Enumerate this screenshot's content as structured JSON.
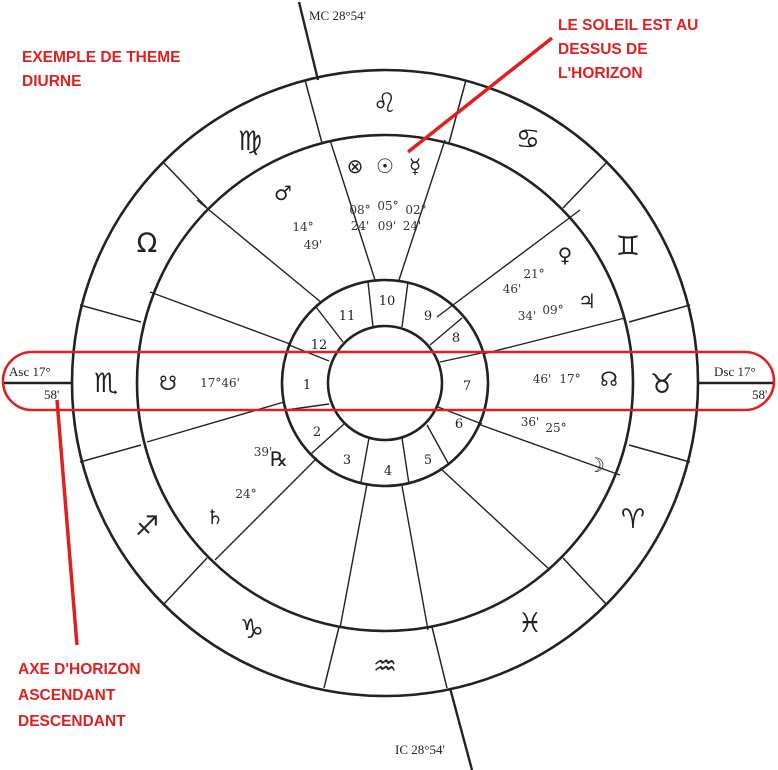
{
  "annotations": {
    "diurne": [
      "EXEMPLE DE THEME",
      "DIURNE"
    ],
    "soleil": [
      "LE SOLEIL EST AU",
      "DESSUS DE",
      "L'HORIZON"
    ],
    "axe": [
      "AXE D'HORIZON",
      "ASCENDANT",
      "DESCENDANT"
    ]
  },
  "axes": {
    "mc": "MC 28°54'",
    "ic": "IC 28°54'",
    "asc_top": "Asc 17°",
    "asc_bottom": "58'",
    "dsc_top": "Dsc 17°",
    "dsc_bottom": "58'"
  },
  "houses": [
    "1",
    "2",
    "3",
    "4",
    "5",
    "6",
    "7",
    "8",
    "9",
    "10",
    "11",
    "12"
  ],
  "signs": [
    {
      "name": "leo",
      "glyph": "♌"
    },
    {
      "name": "virgo",
      "glyph": "♍"
    },
    {
      "name": "libra",
      "glyph": "Ω"
    },
    {
      "name": "scorpio",
      "glyph": "♏"
    },
    {
      "name": "sagittarius",
      "glyph": "♐"
    },
    {
      "name": "capricorn",
      "glyph": "♑"
    },
    {
      "name": "aquarius",
      "glyph": "♒"
    },
    {
      "name": "pisces",
      "glyph": "♓"
    },
    {
      "name": "aries",
      "glyph": "♈"
    },
    {
      "name": "taurus",
      "glyph": "♉"
    },
    {
      "name": "gemini",
      "glyph": "♊"
    },
    {
      "name": "cancer",
      "glyph": "♋"
    }
  ],
  "planets": {
    "fortune": {
      "glyph": "⊗",
      "deg": "08°",
      "min": "24'"
    },
    "sun": {
      "glyph": "☉",
      "deg": "05°",
      "min": "09'"
    },
    "mercury": {
      "glyph": "☿",
      "deg": "02°",
      "min": "24'"
    },
    "mars": {
      "glyph": "♂",
      "deg": "14°",
      "min": "49'"
    },
    "venus": {
      "glyph": "♀",
      "deg": "21°",
      "min": "46'"
    },
    "jupiter": {
      "glyph": "♃",
      "deg": "09°",
      "min": "34'"
    },
    "south_node": {
      "glyph": "☋",
      "deg": "17°46'"
    },
    "north_node": {
      "glyph": "☊",
      "deg": "17°",
      "min": "46'"
    },
    "saturn": {
      "glyph": "♄",
      "deg": "24°",
      "min": "39'",
      "retro": "℞"
    },
    "moon": {
      "glyph": "☽",
      "deg": "25°",
      "min": "36'"
    }
  },
  "colors": {
    "annotation": "#e02020",
    "ink": "#222222"
  }
}
